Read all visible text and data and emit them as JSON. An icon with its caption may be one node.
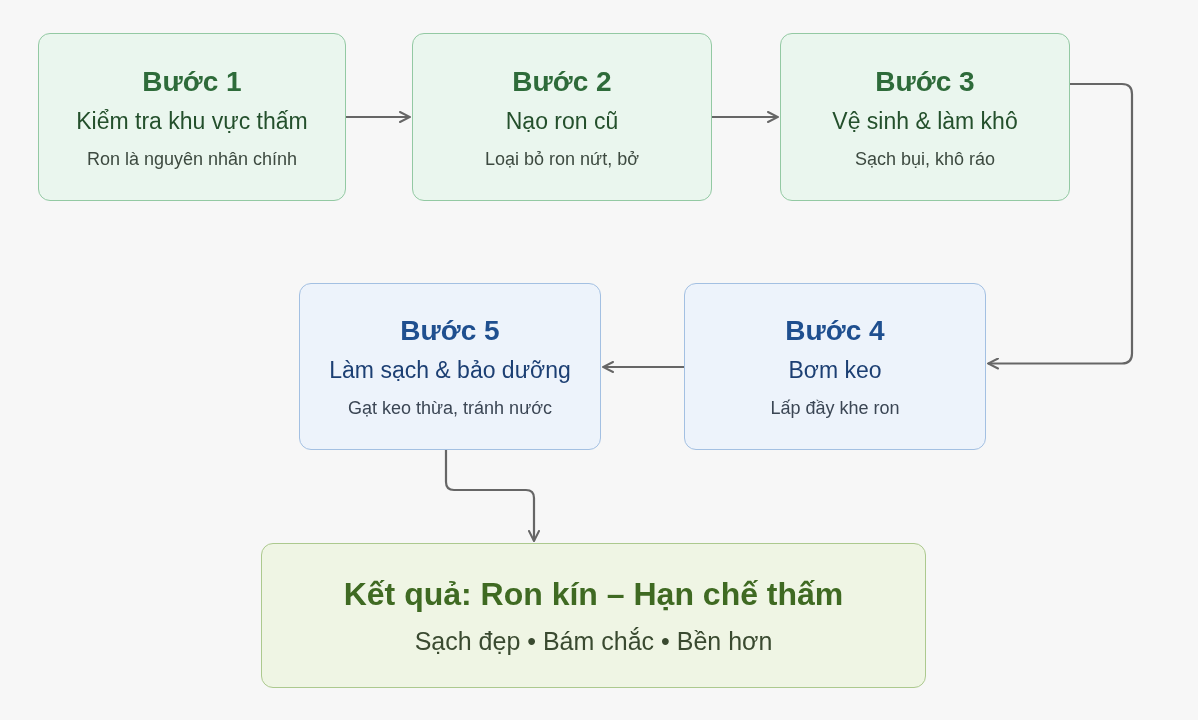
{
  "diagram": {
    "nodes": [
      {
        "text": [
          "Bước 1",
          "Kiểm tra khu vực thấm",
          "Ron là nguyên nhân chính"
        ]
      },
      {
        "text": [
          "Bước 2",
          "Nạo ron cũ",
          "Loại bỏ ron nứt, bở"
        ]
      },
      {
        "text": [
          "Bước 3",
          "Vệ sinh & làm khô",
          "Sạch bụi, khô ráo"
        ]
      },
      {
        "text": [
          "Bước 4",
          "Bơm keo",
          "Lấp đầy khe ron"
        ]
      },
      {
        "text": [
          "Bước 5",
          "Làm sạch & bảo dưỡng",
          "Gạt keo thừa, tránh nước"
        ]
      },
      {
        "text": [
          "Kết quả: Ron kín – Hạn chế thấm",
          "Sạch đẹp • Bám chắc • Bền hơn"
        ]
      }
    ],
    "edges": [
      {
        "from": 0,
        "to": 1,
        "arrow": "to"
      },
      {
        "from": 1,
        "to": 2,
        "arrow": "to"
      },
      {
        "from": 2,
        "to": 3,
        "arrow": "to"
      },
      {
        "from": 3,
        "to": 4,
        "arrow": "to"
      },
      {
        "from": 4,
        "to": 5,
        "arrow": "to"
      }
    ]
  }
}
